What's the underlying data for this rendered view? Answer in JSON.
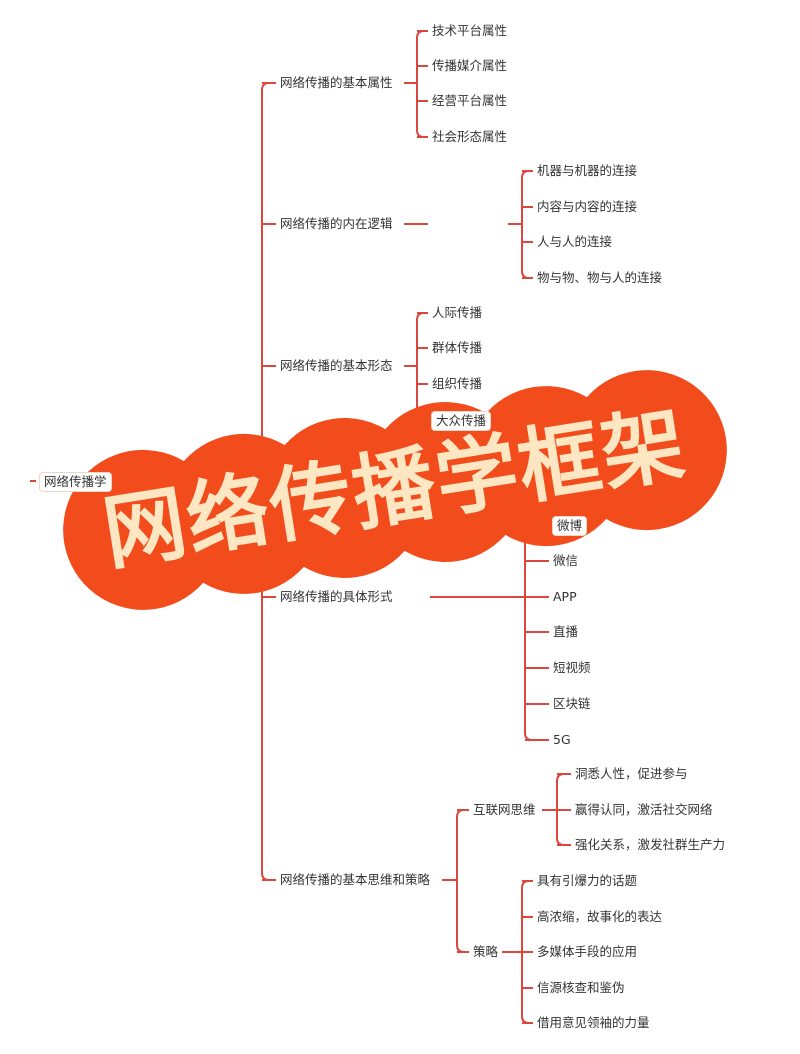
{
  "root": {
    "label": "网络传播学"
  },
  "banner": {
    "title": "网络传播学框架"
  },
  "colors": {
    "line": "#d9473f",
    "banner_bg": "#f24c1c",
    "banner_text": "#fde6c2"
  },
  "branches": [
    {
      "label": "网络传播的基本属性",
      "children": [
        "技术平台属性",
        "传播媒介属性",
        "经营平台属性",
        "社会形态属性"
      ]
    },
    {
      "label": "网络传播的内在逻辑",
      "children": [
        "机器与机器的连接",
        "内容与内容的连接",
        "人与人的连接",
        "物与物、物与人的连接"
      ]
    },
    {
      "label": "网络传播的基本形态",
      "children": [
        "人际传播",
        "群体传播",
        "组织传播",
        "大众传播"
      ]
    },
    {
      "label": "网络传播的具体形式",
      "children": [
        "微博",
        "微信",
        "APP",
        "直播",
        "短视频",
        "区块链",
        "5G"
      ]
    },
    {
      "label": "网络传播的基本思维和策略",
      "children": [
        {
          "label": "互联网思维",
          "children": [
            "洞悉人性，促进参与",
            "赢得认同，激活社交网络",
            "强化关系，激发社群生产力"
          ]
        },
        {
          "label": "策略",
          "children": [
            "具有引爆力的话题",
            "高浓缩，故事化的表达",
            "多媒体手段的应用",
            "信源核查和鉴伪",
            "借用意见领袖的力量"
          ]
        }
      ]
    }
  ]
}
